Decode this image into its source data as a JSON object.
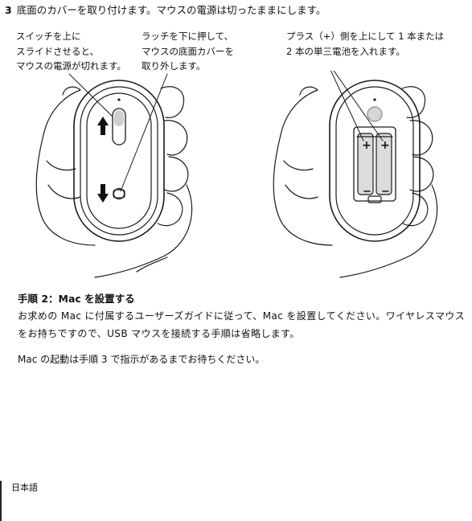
{
  "step": {
    "number": "3",
    "text": "底面のカバーを取り付けます。マウスの電源は切ったままにします。"
  },
  "captions": {
    "switch": "スイッチを上に\nスライドさせると、\nマウスの電源が切れます。",
    "latch": "ラッチを下に押して、\nマウスの底面カバーを\n取り外します。",
    "battery": "プラス（+）側を上にして 1 本または\n2 本の単三電池を入れます。"
  },
  "illustration": {
    "plus": "+",
    "minus": "−"
  },
  "section": {
    "heading": "手順 2：Mac を設置する",
    "para1": "お求めの Mac に付属するユーザーズガイドに従って、Mac を設置してください。ワイヤレスマウスをお持ちですので、USB マウスを接続する手順は省略します。",
    "para2": "Mac の起動は手順 3 で指示があるまでお待ちください。"
  },
  "footer": {
    "language": "日本語"
  }
}
